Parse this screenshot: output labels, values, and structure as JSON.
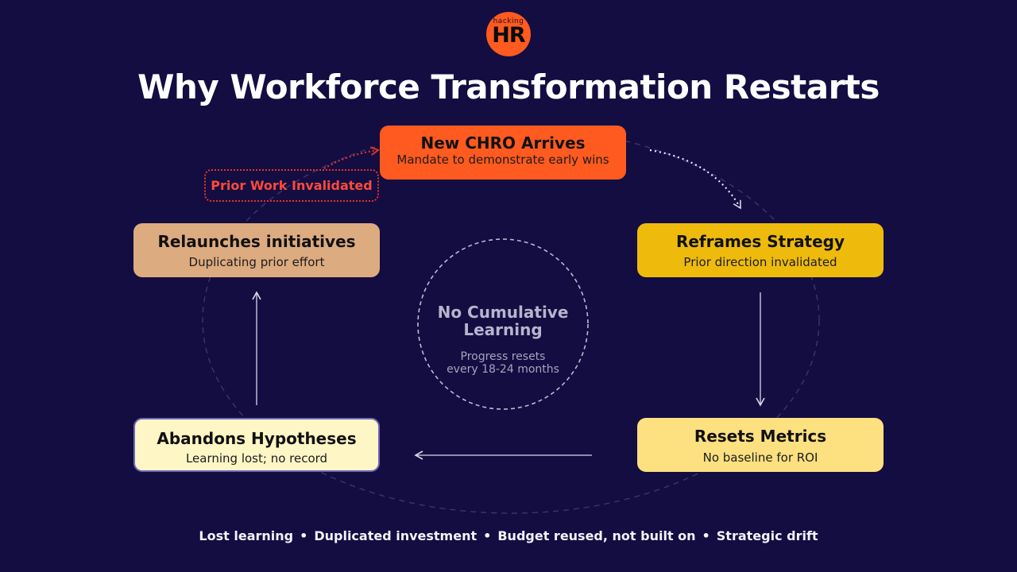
{
  "logo": {
    "small_text": "hacking",
    "main_text": "HR"
  },
  "title": "Why Workforce Transformation Restarts",
  "nodes": {
    "new_chro": {
      "title": "New CHRO Arrives",
      "subtitle": "Mandate to demonstrate early wins"
    },
    "reframes": {
      "title": "Reframes Strategy",
      "subtitle": "Prior direction invalidated"
    },
    "resets": {
      "title": "Resets Metrics",
      "subtitle": "No baseline for ROI"
    },
    "abandons": {
      "title": "Abandons Hypotheses",
      "subtitle": "Learning lost; no record"
    },
    "relaunches": {
      "title": "Relaunches initiatives",
      "subtitle": "Duplicating prior effort"
    }
  },
  "invalidated_tag": "Prior Work Invalidated",
  "center": {
    "title_line1": "No Cumulative",
    "title_line2": "Learning",
    "sub_line1": "Progress resets",
    "sub_line2": "every 18-24 months"
  },
  "footer": {
    "items": [
      "Lost learning",
      "Duplicated investment",
      "Budget reused, not built on",
      "Strategic drift"
    ],
    "separator": "•"
  },
  "colors": {
    "background": "#130d42",
    "new_chro": "#ff5a1f",
    "reframes": "#eebb0c",
    "resets": "#fde080",
    "abandons": "#fff6c6",
    "relaunches": "#ddab80",
    "invalidated": "#e4322b"
  }
}
